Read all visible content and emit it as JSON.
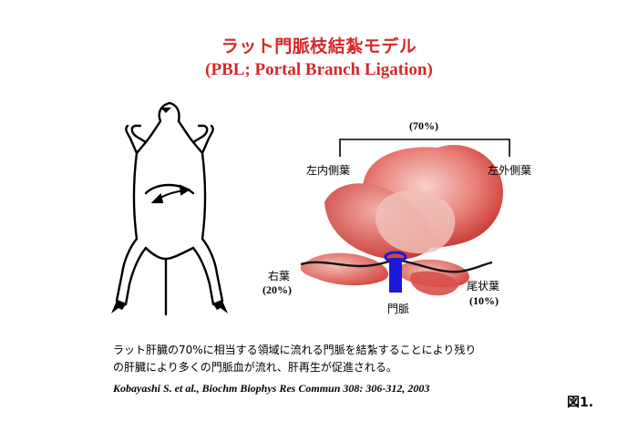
{
  "title_jp": "ラット門脈枝結紮モデル",
  "title_en": "(PBL; Portal Branch Ligation)",
  "labels": {
    "bracket_pct": "(70%)",
    "left_medial_lobe": "左内側葉",
    "left_lateral_lobe": "左外側葉",
    "right_lobe": "右葉",
    "right_lobe_pct": "(20%)",
    "portal_vein": "門脈",
    "caudate_lobe": "尾状葉",
    "caudate_lobe_pct": "(10%)"
  },
  "description": {
    "line1": "ラット肝臓の70%に相当する領域に流れる門脈を結紮することにより残り",
    "line2": "の肝臓により多くの門脈血が流れ、肝再生が促進される。"
  },
  "citation": "Kobayashi S. et al., Biochm Biophys Res Commun 308: 306-312, 2003",
  "figure_label": "図1.",
  "colors": {
    "title": "#d62828",
    "liver_light": "#f4c2bc",
    "liver_dark": "#cf3b36",
    "portal_vein": "#1a1ad6"
  }
}
